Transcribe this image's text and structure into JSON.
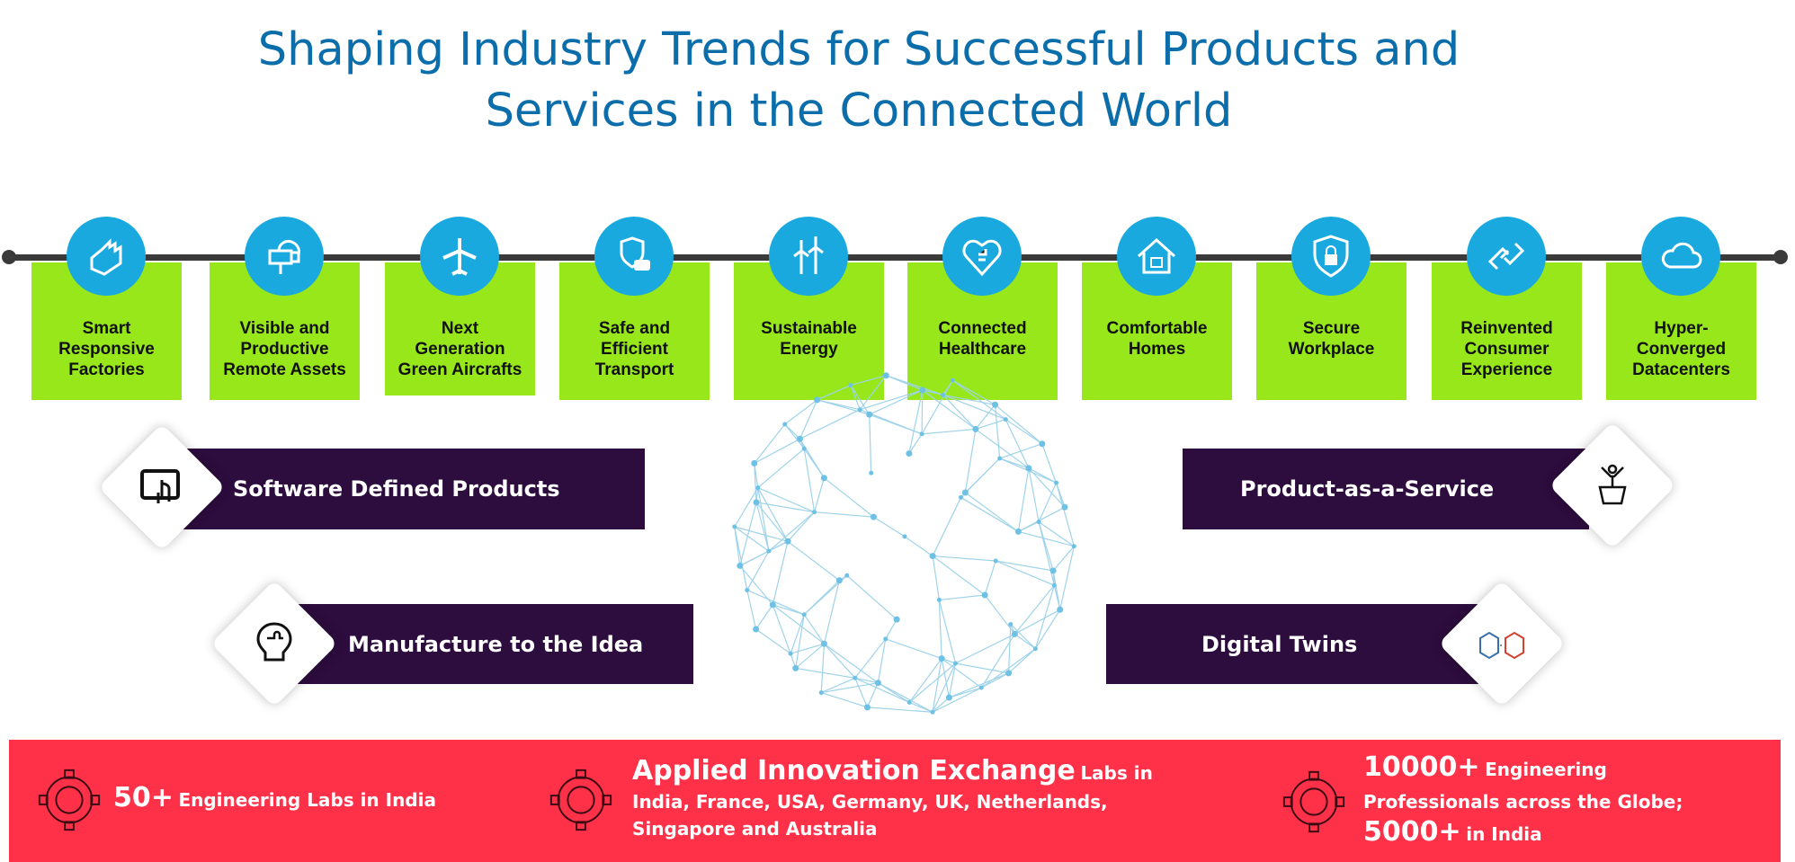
{
  "title": {
    "line1": "Shaping Industry Trends for Successful Products and",
    "line2": "Services in the Connected World"
  },
  "trends": [
    {
      "label": "Smart Responsive Factories",
      "icon": "factory-icon"
    },
    {
      "label": "Visible and Productive Remote Assets",
      "icon": "vr-headset-icon"
    },
    {
      "label": "Next Generation Green Aircrafts",
      "icon": "airplane-icon"
    },
    {
      "label": "Safe and Efficient Transport",
      "icon": "shield-car-icon"
    },
    {
      "label": "Sustainable Energy",
      "icon": "wind-turbine-icon"
    },
    {
      "label": "Connected Healthcare",
      "icon": "heart-cross-icon"
    },
    {
      "label": "Comfortable Homes",
      "icon": "home-icon"
    },
    {
      "label": "Secure Workplace",
      "icon": "lock-shield-icon"
    },
    {
      "label": "Reinvented Consumer Experience",
      "icon": "handshake-icon"
    },
    {
      "label": "Hyper-Converged Datacenters",
      "icon": "cloud-icon"
    }
  ],
  "themes": {
    "software_defined": "Software Defined Products",
    "manufacture_idea": "Manufacture to the Idea",
    "product_service": "Product-as-a-Service",
    "digital_twins": "Digital Twins"
  },
  "stats": {
    "labs_num": "50+",
    "labs_text": "Engineering Labs in India",
    "aie_title": "Applied Innovation Exchange",
    "aie_text1": "Labs in",
    "aie_text2": "India, France, USA, Germany, UK, Netherlands,",
    "aie_text3": "Singapore and Australia",
    "prof_num": "10000+",
    "prof_text1": "Engineering",
    "prof_text2": "Professionals across the Globe;",
    "india_num": "5000+",
    "india_text": "in India"
  },
  "colors": {
    "green": "#97e71b",
    "blue": "#1aa9df",
    "purple": "#2d0c3e",
    "red": "#ff3149",
    "title": "#0b6eab"
  }
}
